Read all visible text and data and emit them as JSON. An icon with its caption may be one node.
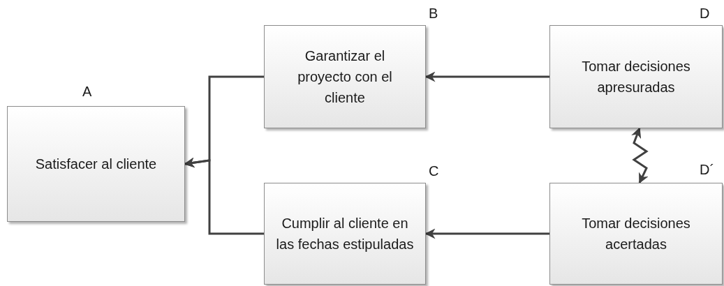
{
  "diagram": {
    "nodes": [
      {
        "text": [
          "Satisfacer al cliente"
        ],
        "beside": [
          "A"
        ]
      },
      {
        "text": [
          "Garantizar el proyecto con el cliente"
        ],
        "beside": [
          "B"
        ]
      },
      {
        "text": [
          "Cumplir al cliente en las fechas estipuladas"
        ],
        "beside": [
          "C"
        ]
      },
      {
        "text": [
          "Tomar decisiones apresuradas"
        ],
        "beside": [
          "D"
        ]
      },
      {
        "text": [
          "Tomar decisiones acertadas"
        ],
        "beside": [
          "D´"
        ]
      }
    ],
    "edges": [
      {
        "from": 1,
        "to": 0,
        "arrow": "to"
      },
      {
        "from": 2,
        "to": 0,
        "arrow": "to"
      },
      {
        "from": 3,
        "to": 1,
        "arrow": "to"
      },
      {
        "from": 4,
        "to": 2,
        "arrow": "to"
      },
      {
        "from": 3,
        "to": 4,
        "arrow": "both"
      }
    ]
  }
}
